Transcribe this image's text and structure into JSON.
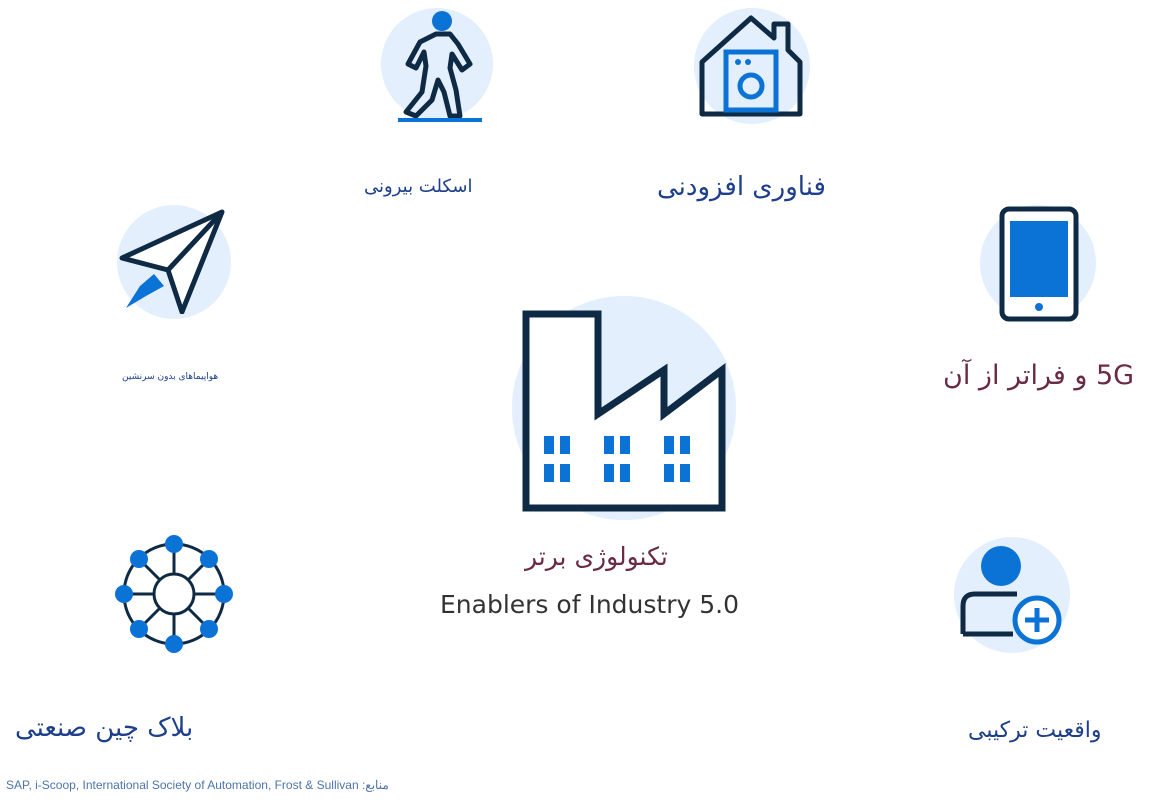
{
  "center": {
    "title_fa": "تکنولوژی برتر",
    "title_en": "Enablers of Industry 5.0"
  },
  "items": [
    {
      "key": "exoskeleton",
      "label": "اسکلت بیرونی",
      "icon": "walking-person-icon"
    },
    {
      "key": "augmentation",
      "label": "فناوری افزودنی",
      "icon": "smart-home-icon"
    },
    {
      "key": "5g",
      "label": "5G و فراتر از آن",
      "icon": "smartphone-icon"
    },
    {
      "key": "drones",
      "label": "هواپیماهای بدون سرنشین",
      "icon": "paper-plane-icon"
    },
    {
      "key": "blockchain",
      "label": "بلاک چین صنعتی",
      "icon": "network-wheel-icon"
    },
    {
      "key": "mixed_reality",
      "label": "واقعیت ترکیبی",
      "icon": "add-user-icon"
    }
  ],
  "sources": "منابع: SAP, i-Scoop, International Society of Automation, Frost & Sullivan",
  "colors": {
    "icon_blue": "#0b72d6",
    "icon_dark": "#0f2a44",
    "circle_bg": "#e3effd",
    "label_blue": "#1d3f8c",
    "label_maroon": "#6a2a45"
  }
}
